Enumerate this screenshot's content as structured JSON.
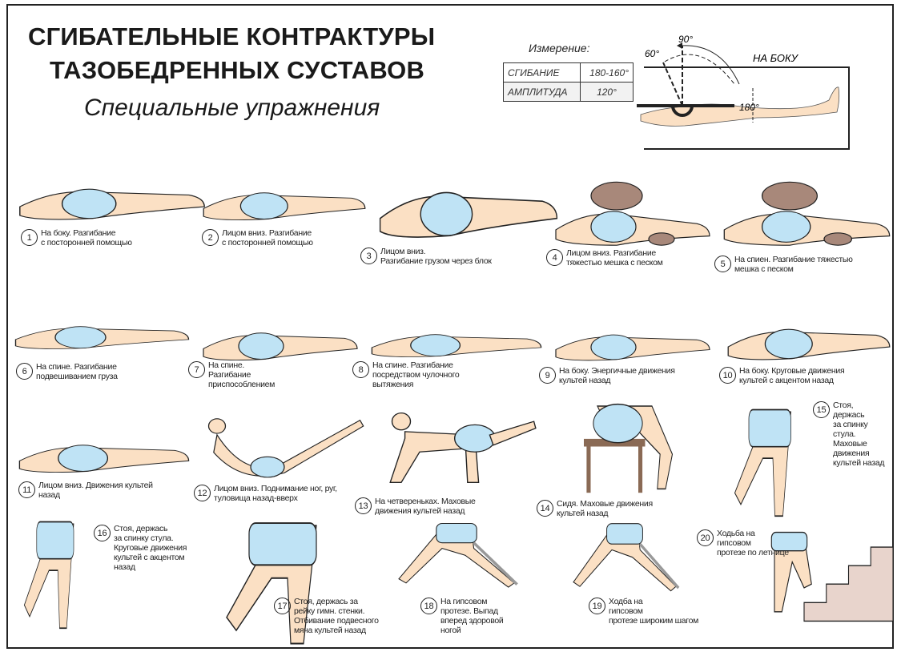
{
  "header": {
    "title_line1": "СГИБАТЕЛЬНЫЕ КОНТРАКТУРЫ",
    "title_line2": "ТАЗОБЕДРЕННЫХ СУСТАВОВ",
    "subtitle": "Специальные упражнения"
  },
  "measurement": {
    "label": "Измерение:",
    "rows": [
      {
        "name": "СГИБАНИЕ",
        "value": "180-160°"
      },
      {
        "name": "АМПЛИТУДА",
        "value": "120°"
      }
    ],
    "diagram": {
      "position_label": "НА БОКУ",
      "angle_90": "90°",
      "angle_60": "60°",
      "angle_180": "180°"
    }
  },
  "colors": {
    "skin": "#fbe0c4",
    "shorts": "#bfe3f5",
    "outline": "#222222",
    "sandbag": "#a8887a"
  },
  "exercises": [
    {
      "num": "1",
      "text": "На боку. Разгибание\nс посторонней помощью"
    },
    {
      "num": "2",
      "text": "Лицом вниз. Разгибание\nс посторонней помощью"
    },
    {
      "num": "3",
      "text": "Лицом вниз.\nРазгибание грузом через блок"
    },
    {
      "num": "4",
      "text": "Лицом вниз. Разгибание\nтяжестью мешка с песком"
    },
    {
      "num": "5",
      "text": "На спиен. Разгибание тяжестью\nмешка с песком"
    },
    {
      "num": "6",
      "text": "На спине. Разгибание\nподвешиванием груза"
    },
    {
      "num": "7",
      "text": "На спине.\nРазгибание\nприспособлением"
    },
    {
      "num": "8",
      "text": "На спине. Разгибание\nпосредством чулочного\nвытяжения"
    },
    {
      "num": "9",
      "text": "На боку. Энергичные движения\nкультей назад"
    },
    {
      "num": "10",
      "text": "На боку. Круговые движения\nкультей с акцентом назад"
    },
    {
      "num": "11",
      "text": "Лицом вниз. Движения культей\nназад"
    },
    {
      "num": "12",
      "text": "Лицом вниз. Поднимание ног, руг,\nтуловища назад-вверх"
    },
    {
      "num": "13",
      "text": "На четвереньках. Маховые\nдвижения культей назад"
    },
    {
      "num": "14",
      "text": "Сидя. Маховые движения\nкультей назад"
    },
    {
      "num": "15",
      "text": "Стоя,\nдержась\nза спинку\nстула.\nМаховые\nдвижения\nкультей назад"
    },
    {
      "num": "16",
      "text": "Стоя, держась\nза спинку стула.\nКруговые движения\nкультей с акцентом\nназад"
    },
    {
      "num": "17",
      "text": "Стоя, держась за\nрейку гимн. стенки.\nОтбивание подвесного\nмяча культей назад"
    },
    {
      "num": "18",
      "text": "На гипсовом\nпротезе. Выпад\nвперед здоровой\nногой"
    },
    {
      "num": "19",
      "text": "Ходба на\nгипсовом\nпротезе широким шагом"
    },
    {
      "num": "20",
      "text": "Ходьба на\nгипсовом\nпротезе по летнице"
    }
  ]
}
